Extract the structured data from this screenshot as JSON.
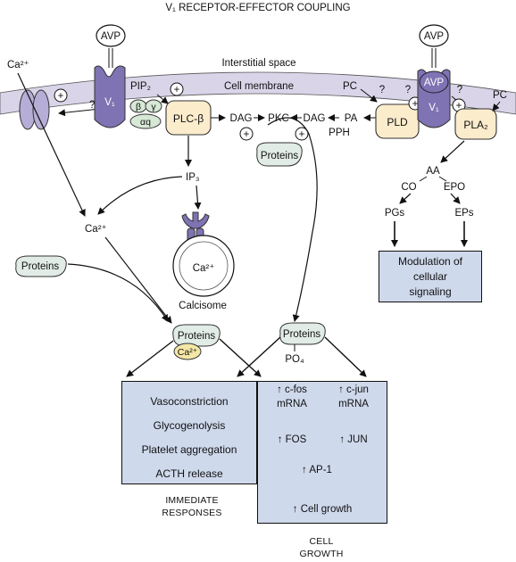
{
  "title": "V₁ RECEPTOR-EFFECTOR COUPLING",
  "labels": {
    "avp": "AVP",
    "interstitial": "Interstitial space",
    "membrane": "Cell membrane",
    "ca": "Ca²⁺",
    "v1": "V₁",
    "pip2": "PIP₂",
    "beta": "β",
    "gamma": "γ",
    "alphaq": "αq",
    "plc": "PLC-β",
    "dag": "DAG",
    "pkc": "PKC",
    "pa": "PA",
    "pph": "PPH",
    "pc": "PC",
    "pld": "PLD",
    "pla2": "PLA₂",
    "aa": "AA",
    "co": "CO",
    "epo": "EPO",
    "pgs": "PGs",
    "eps": "EPs",
    "ip3": "IP₃",
    "proteins": "Proteins",
    "calcisome": "Calcisome",
    "po4": "PO₄",
    "question": "?",
    "plus": "+"
  },
  "modulation_box": [
    "Modulation of",
    "cellular",
    "signaling"
  ],
  "responses_box": [
    "Vasoconstriction",
    "Glycogenolysis",
    "Platelet aggregation",
    "ACTH release"
  ],
  "growth_box": {
    "cfos": "↑ c-fos",
    "cjun": "↑ c-jun",
    "mrna": "mRNA",
    "fos": "↑ FOS",
    "jun": "↑ JUN",
    "ap1": "↑ AP-1",
    "growth": "↑ Cell growth"
  },
  "captions": {
    "immediate": [
      "IMMEDIATE",
      "RESPONSES"
    ],
    "growth": [
      "CELL",
      "GROWTH"
    ]
  },
  "colors": {
    "receptor": "#7f73b3",
    "membrane": "#d9d4e8",
    "enzyme": "#fbeccc",
    "protein": "#e2ece6",
    "box": "#cfd9ec",
    "ca_bubble": "#f4e7a7",
    "gprotein": "#d7e8d6"
  }
}
